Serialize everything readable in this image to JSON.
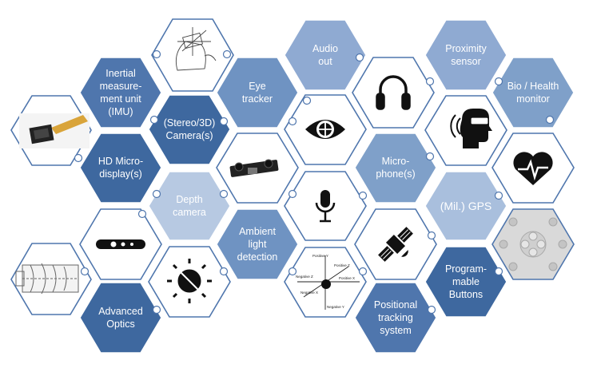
{
  "hexes": [
    {
      "id": "bio-health",
      "label": "Bio / Health\nmonitor",
      "fill": "#7fa0c9"
    },
    {
      "id": "proximity",
      "label": "Proximity\nsensor",
      "fill": "#8faad2"
    },
    {
      "id": "audio-out",
      "label": "Audio\nout",
      "fill": "#8faad2"
    },
    {
      "id": "eye-tracker",
      "label": "Eye\ntracker",
      "fill": "#6f93c2"
    },
    {
      "id": "imu",
      "label": "Inertial\nmeasure-\nment unit\n(IMU)",
      "fill": "#4f76ad"
    },
    {
      "id": "stereo-camera",
      "label": "(Stereo/3D)\nCamera(s)",
      "fill": "#3e689f"
    },
    {
      "id": "microphone",
      "label": "Micro-\nphone(s)",
      "fill": "#7fa0c9"
    },
    {
      "id": "hd-microdisplay",
      "label": "HD Micro-\ndisplay(s)",
      "fill": "#3e689f"
    },
    {
      "id": "depth-camera",
      "label": "Depth\ncamera",
      "fill": "#b7c9e2"
    },
    {
      "id": "mil-gps",
      "label": "(Mil.) GPS",
      "fill": "#a9bfdd"
    },
    {
      "id": "ambient-light",
      "label": "Ambient\nlight\ndetection",
      "fill": "#6f93c2"
    },
    {
      "id": "programmable-buttons",
      "label": "Program-\nmable\nButtons",
      "fill": "#3e689f"
    },
    {
      "id": "advanced-optics",
      "label": "Advanced\nOptics",
      "fill": "#3e689f"
    },
    {
      "id": "positional-tracking",
      "label": "Positional\ntracking\nsystem",
      "fill": "#4f76ad"
    }
  ],
  "axis_diagram": {
    "positive_y": "Positive Y",
    "negative_y": "Negative Y",
    "positive_z": "Positive Z",
    "negative_z": "Negative Z",
    "positive_x": "Positive X",
    "negative_x": "Negative X"
  },
  "colors": {
    "outline": "#4f76ad",
    "icon": "#111111",
    "image_hex_fill": "#ffffff",
    "buttons_hex_fill": "#d9d9d9"
  },
  "icons": [
    "headphones-icon",
    "eye-icon",
    "face-scan-icon",
    "heart-rate-icon",
    "microphone-icon",
    "satellite-icon",
    "sun-icon",
    "camera-module-icon",
    "depth-sensor-icon",
    "controller-buttons-icon",
    "lens-optics-icon",
    "gyro-sketch-icon",
    "microdisplay-icon"
  ]
}
